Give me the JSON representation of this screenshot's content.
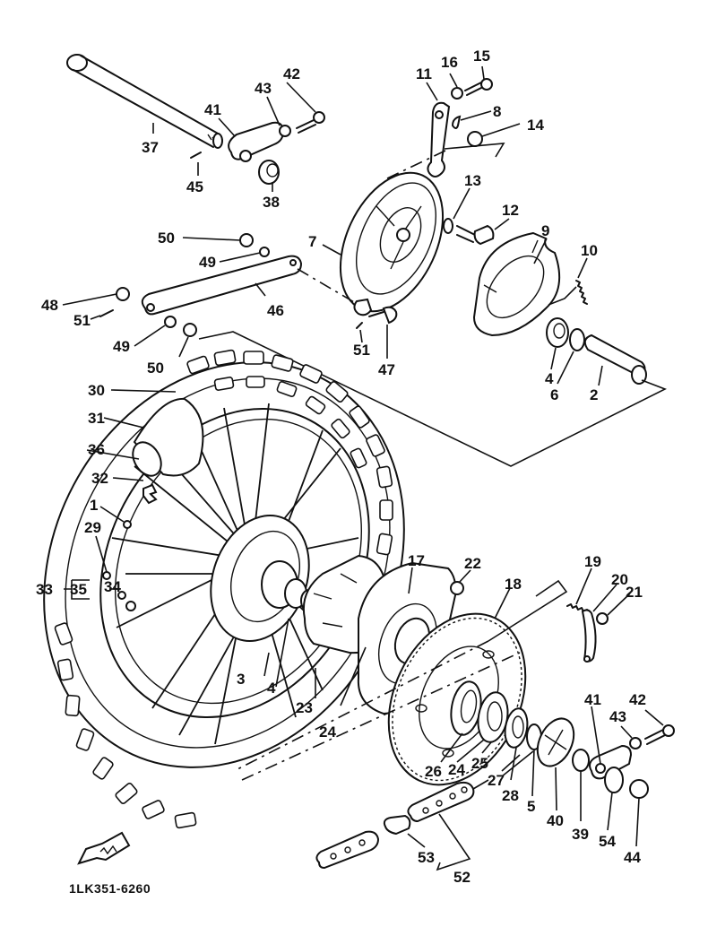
{
  "diagram": {
    "title": "Rear Wheel Exploded Parts Diagram",
    "part_code": "1LK351-6260",
    "front_indicator_icon": "front-arrow-icon",
    "callouts": {
      "c1": "1",
      "c2": "2",
      "c3": "3",
      "c4a": "4",
      "c4b": "4",
      "c5": "5",
      "c6": "6",
      "c7": "7",
      "c8": "8",
      "c9": "9",
      "c10": "10",
      "c11": "11",
      "c12": "12",
      "c13": "13",
      "c14": "14",
      "c15": "15",
      "c16": "16",
      "c17": "17",
      "c18": "18",
      "c19": "19",
      "c20": "20",
      "c21": "21",
      "c22": "22",
      "c23": "23",
      "c24a": "24",
      "c24b": "24",
      "c25": "25",
      "c26": "26",
      "c27": "27",
      "c28": "28",
      "c29": "29",
      "c30": "30",
      "c31": "31",
      "c32": "32",
      "c33": "33",
      "c34": "34",
      "c35": "35",
      "c36": "36",
      "c37": "37",
      "c38": "38",
      "c39": "39",
      "c40": "40",
      "c41a": "41",
      "c41b": "41",
      "c42a": "42",
      "c42b": "42",
      "c43a": "43",
      "c43b": "43",
      "c44": "44",
      "c45": "45",
      "c46": "46",
      "c47": "47",
      "c48": "48",
      "c49a": "49",
      "c49b": "49",
      "c50a": "50",
      "c50b": "50",
      "c51a": "51",
      "c51b": "51",
      "c52": "52",
      "c53": "53",
      "c54": "54"
    }
  }
}
